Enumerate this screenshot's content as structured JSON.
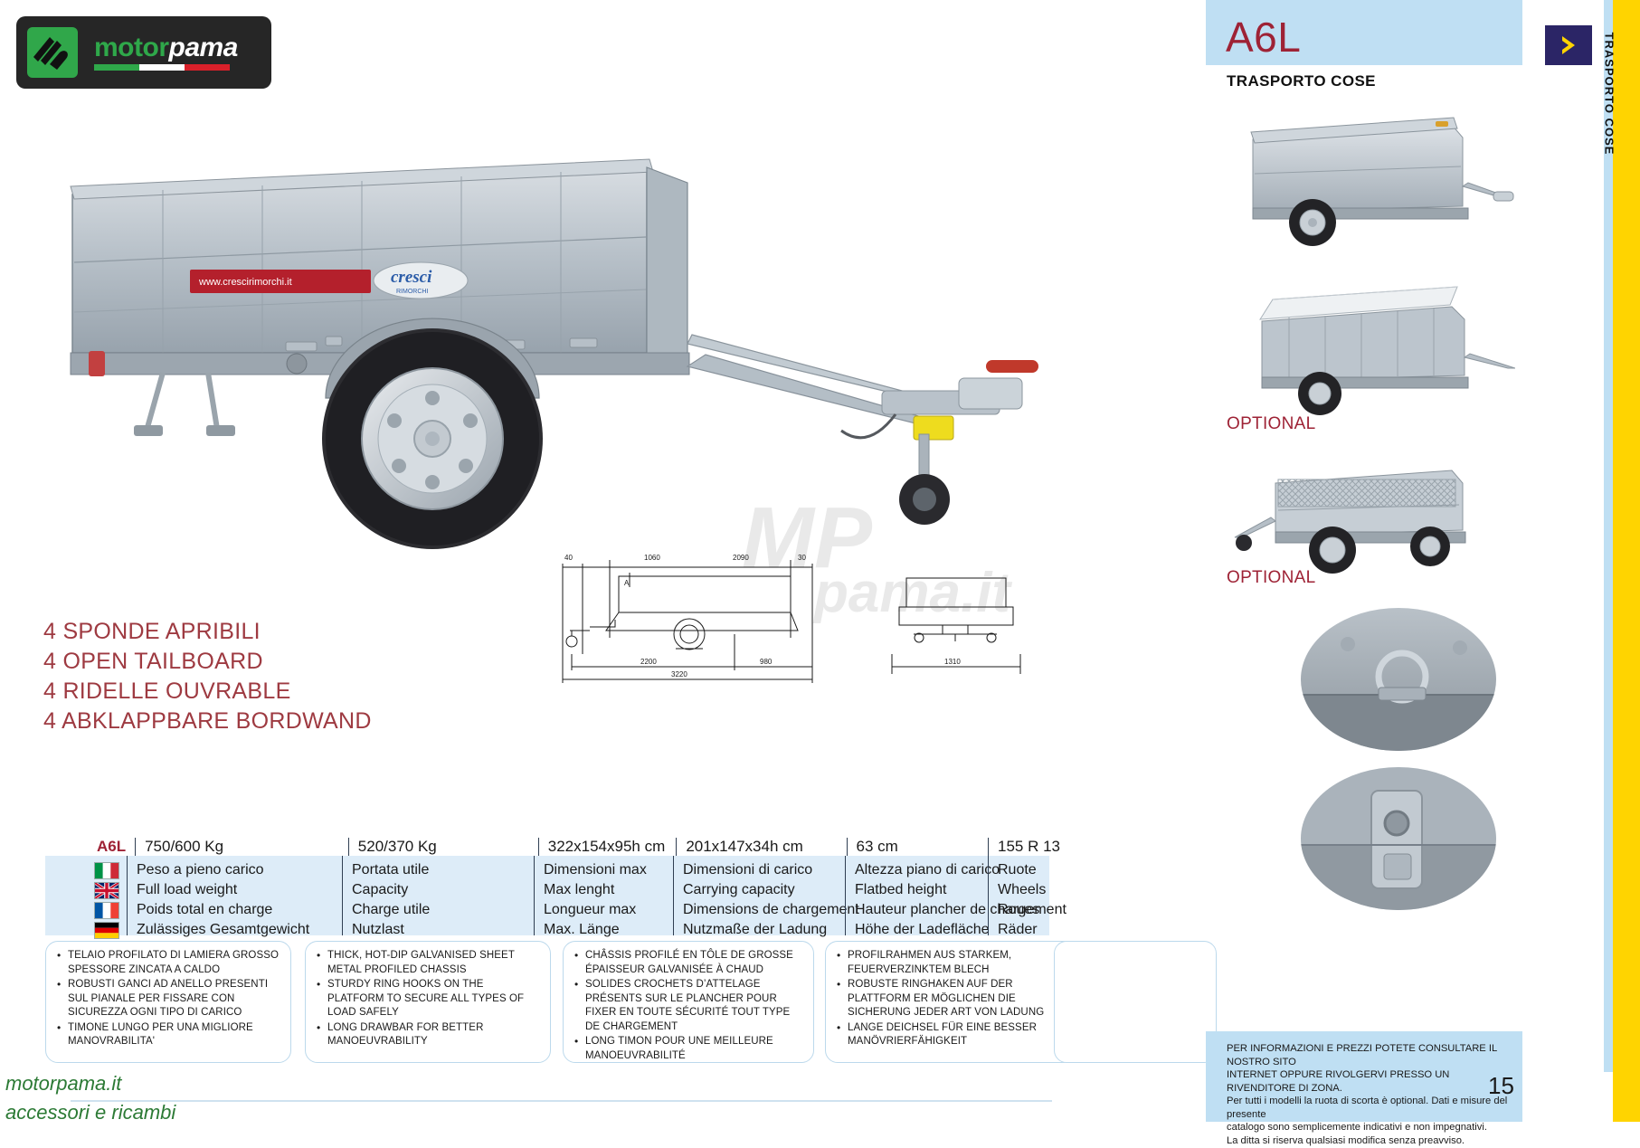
{
  "brand": {
    "logo_text_part1": "motor",
    "logo_text_part2": "pama",
    "logo_mark_icon": "mp-monogram-icon"
  },
  "header": {
    "model_code": "A6L",
    "category": "TRASPORTO COSE",
    "side_tab_label": "TRASPORTO COSE",
    "arrow_icon": "chevron-right-icon"
  },
  "features_headline": [
    "4 SPONDE APRIBILI",
    "4 OPEN TAILBOARD",
    "4 RIDELLE OUVRABLE",
    "4 ABKLAPPBARE BORDWAND"
  ],
  "main_photo": {
    "decal_url": "www.crescirimorchi.it",
    "decal_brand": "cresci",
    "decal_sub": "RIMORCHI",
    "watermark_1": "MP",
    "watermark_2": "pama.it"
  },
  "technical_drawing": {
    "dims": [
      "40",
      "1060",
      "2090",
      "30",
      "2200",
      "980",
      "3220",
      "1310"
    ],
    "label_a": "A"
  },
  "spec_table": {
    "model": "A6L",
    "columns": [
      {
        "value": "750/600 Kg",
        "labels": [
          "Peso a pieno carico",
          "Full load weight",
          "Poids total en charge",
          "Zulässiges Gesamtgewicht"
        ]
      },
      {
        "value": "520/370 Kg",
        "labels": [
          "Portata utile",
          "Capacity",
          "Charge utile",
          "Nutzlast"
        ]
      },
      {
        "value": "322x154x95h cm",
        "labels": [
          "Dimensioni max",
          "Max lenght",
          "Longueur max",
          "Max. Länge"
        ]
      },
      {
        "value": "201x147x34h cm",
        "labels": [
          "Dimensioni di carico",
          "Carrying capacity",
          "Dimensions de chargement",
          "Nutzmaße der Ladung"
        ]
      },
      {
        "value": "63 cm",
        "labels": [
          "Altezza piano di carico",
          "Flatbed height",
          "Hauteur plancher de chargement",
          "Höhe der Ladefläche"
        ]
      },
      {
        "value": "155 R 13",
        "labels": [
          "Ruote",
          "Wheels",
          "Roues",
          "Räder"
        ]
      }
    ],
    "flags": [
      "flag-italy-icon",
      "flag-uk-icon",
      "flag-france-icon",
      "flag-germany-icon"
    ]
  },
  "bullet_boxes": [
    {
      "lang": "it",
      "items": [
        "TELAIO PROFILATO DI LAMIERA  GROSSO SPESSORE ZINCATA  A CALDO",
        "ROBUSTI GANCI AD ANELLO PRESENTI SUL PIANALE PER FISSARE  CON SICUREZZA OGNI TIPO DI CARICO",
        "TIMONE LUNGO PER UNA MIGLIORE  MANOVRABILITA'"
      ]
    },
    {
      "lang": "en",
      "items": [
        "THICK, HOT-DIP GALVANISED SHEET METAL PROFILED CHASSIS",
        "STURDY RING HOOKS ON THE PLATFORM TO SECURE ALL TYPES OF LOAD SAFELY",
        "LONG DRAWBAR FOR BETTER MANOEUVRABILITY"
      ]
    },
    {
      "lang": "fr",
      "items": [
        "CHÂSSIS PROFILÉ EN TÔLE DE GROSSE ÉPAISSEUR GALVANISÉE À CHAUD",
        "SOLIDES CROCHETS D’ATTELAGE PRÉSENTS SUR LE PLANCHER POUR FIXER EN TOUTE SÉCURITÉ TOUT TYPE DE CHARGEMENT",
        "LONG TIMON POUR UNE MEILLEURE MANOEUVRABILITÉ"
      ]
    },
    {
      "lang": "de",
      "items": [
        "PROFILRAHMEN AUS STARKEM, FEUERVERZINKTEM BLECH",
        "ROBUSTE RINGHAKEN AUF DER PLATTFORM ER MÖGLICHEN DIE SICHERUNG JEDER ART VON LADUNG",
        "LANGE DEICHSEL FÜR EINE BESSER MANÖVRIERFÄHIGKEIT"
      ]
    }
  ],
  "sidebar": {
    "optional_label_1": "OPTIONAL",
    "optional_label_2": "OPTIONAL",
    "photos": [
      "trailer-side-view-photo",
      "trailer-with-cover-photo",
      "trailer-mesh-sides-photo",
      "ring-hook-detail-photo",
      "coupling-detail-photo"
    ]
  },
  "footer": {
    "site": "motorpama.it",
    "tagline": "accessori e ricambi",
    "disclaimer_line1": "PER INFORMAZIONI E PREZZI POTETE CONSULTARE IL NOSTRO SITO",
    "disclaimer_line2": "INTERNET OPPURE RIVOLGERVI PRESSO UN RIVENDITORE DI ZONA.",
    "disclaimer_line3": "Per tutti i modelli la ruota di scorta è optional. Dati e misure del presente",
    "disclaimer_line4": "catalogo sono semplicemente indicativi e non impegnativi.",
    "disclaimer_line5": "La ditta si riserva qualsiasi modifica senza preavviso.",
    "page_number": "15"
  },
  "colors": {
    "brand_red": "#9e2235",
    "light_blue": "#bfdff3",
    "table_blue": "#ddecf8",
    "yellow": "#ffd400",
    "green": "#2c7a35",
    "navy": "#2b2566"
  }
}
